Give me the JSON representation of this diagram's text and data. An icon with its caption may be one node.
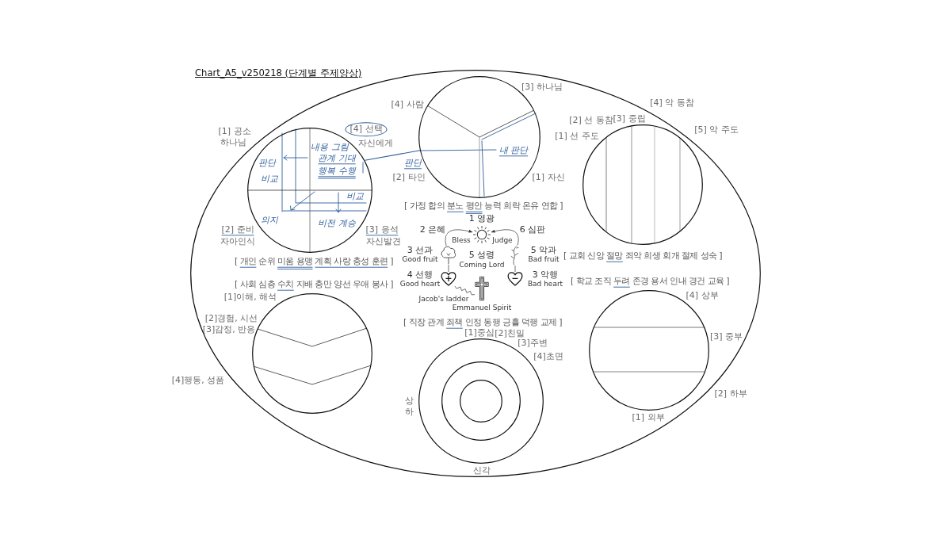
{
  "diagram": {
    "title": "Chart_A5_v250218 (단계별 주제양상)",
    "nodes": [
      {
        "text": [],
        "shape": "ellipse"
      },
      {
        "text": [],
        "shape": "circle",
        "in": 0,
        "beside": [
          "[1] 공소",
          "하나님",
          "[4] 선택",
          "자신에게",
          "[2] 준비",
          "자아인식",
          "[3] 응석",
          "자신발견",
          "[ 개인 순위 미움 용맹 계획 사랑 충성 훈련 ]"
        ]
      },
      {
        "text": [],
        "shape": "circle",
        "in": 0,
        "beside": [
          "[4] 사람",
          "[3] 하나님",
          "[2] 타인",
          "[1] 자신",
          "[ 가정 합의 분노 평안 능력 희락 온유 연합 ]"
        ]
      },
      {
        "text": [],
        "shape": "circle",
        "in": 0,
        "beside": [
          "[1] 선 주도",
          "[2] 선 동참",
          "[3] 중립",
          "[4] 악 동참",
          "[5] 악 주도",
          "[ 교회 신앙 절망 죄악 희생 회개 절제 성숙 ]"
        ]
      },
      {
        "text": [],
        "shape": "picture",
        "in": 0,
        "beside": [
          "1 영광"
        ]
      },
      {
        "text": [],
        "shape": "picture",
        "in": 0,
        "beside": [
          "3 선과",
          "Good fruit"
        ]
      },
      {
        "text": [],
        "shape": "picture",
        "in": 0,
        "beside": [
          "5 악과",
          "Bad fruit"
        ]
      },
      {
        "text": [],
        "shape": "picture",
        "in": 0,
        "beside": [
          "4 선행",
          "Good heart"
        ]
      },
      {
        "text": [],
        "shape": "picture",
        "in": 0,
        "beside": [
          "3 악행",
          "Bad heart"
        ]
      },
      {
        "text": [],
        "shape": "picture",
        "in": 0,
        "beside": [
          "5 성령",
          "Coming Lord",
          "Emmanuel Spirit"
        ]
      },
      {
        "text": [],
        "shape": "circle",
        "in": 0,
        "beside": [
          "[ 사회 심층 수치 지배 충만 양선 우애 봉사 ]",
          "[1]이해, 해석",
          "[2]경험, 시선",
          "[3]감정, 반응",
          "[4]행동, 성품"
        ]
      },
      {
        "text": [],
        "shape": "circle",
        "in": 0,
        "beside": [
          "[ 직장 관계 죄책 인정 동행 긍휼 덕행 교제 ]",
          "[1]중심",
          "[2]친밀",
          "[3]주변",
          "[4]초면",
          "상하",
          "신각"
        ]
      },
      {
        "text": [],
        "shape": "circle",
        "in": 11
      },
      {
        "text": [],
        "shape": "circle",
        "in": 12
      },
      {
        "text": [],
        "shape": "circle",
        "in": 0,
        "beside": [
          "[ 학교 조직 두려 존경 용서 인내 경건 교육 ]",
          "[4] 상부",
          "[3] 중부",
          "[2] 하부",
          "[1] 외부"
        ]
      }
    ],
    "edges": [
      {
        "from": 1,
        "to": 2,
        "arrow": "none",
        "color": "#2d5e9c"
      },
      {
        "from": 5,
        "to": 4,
        "arrow": "to",
        "label": "2 은혜"
      },
      {
        "from": 6,
        "to": 4,
        "arrow": "to",
        "label": "6 심판"
      },
      {
        "from": 5,
        "to": 7,
        "arrow": "none"
      },
      {
        "from": 6,
        "to": 8,
        "arrow": "none"
      },
      {
        "from": 7,
        "to": 9,
        "arrow": "none",
        "label": "Jacob's ladder"
      }
    ],
    "labels": [
      "내용 그림",
      "관계 기대",
      "판단",
      "행복 수행",
      "비교",
      "비교",
      "의지",
      "비전 계승",
      "내 판단",
      "판단",
      "Bless",
      "Judge"
    ]
  }
}
